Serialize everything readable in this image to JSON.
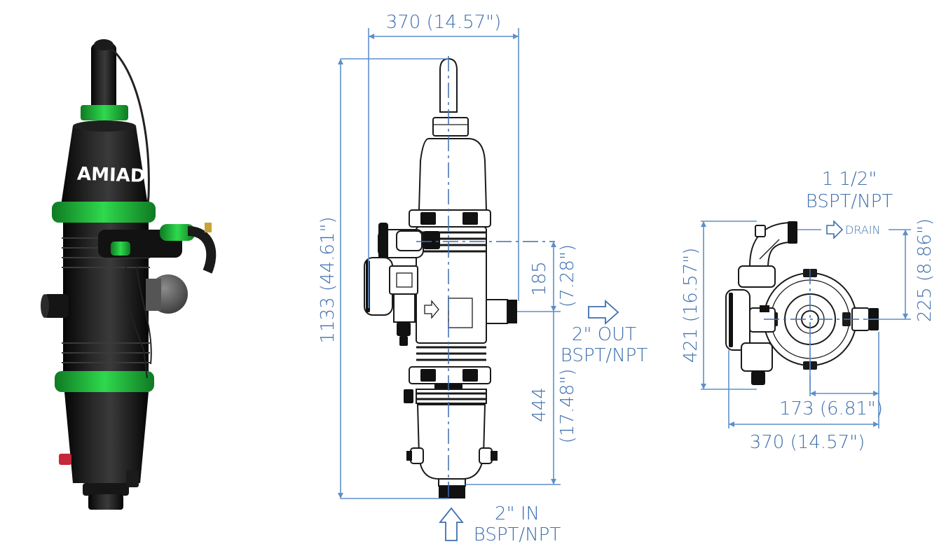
{
  "photo": {
    "brand_text": "AMIAD",
    "colors": {
      "body": "#161616",
      "clamp": "#1fbf3a",
      "solenoid": "#6f6f6f",
      "valve_red": "#c4283a"
    }
  },
  "front_view": {
    "width_label": "370 (14.57\")",
    "height_label": "1133 (44.61\")",
    "outlet_offset_label": "185",
    "outlet_offset_inch_label": "(7.28\")",
    "inlet_offset_label": "444",
    "inlet_offset_inch_label": "(17.48\")",
    "outlet": {
      "line1": "2\" OUT",
      "line2": "BSPT/NPT"
    },
    "inlet": {
      "line1": "2\" IN",
      "line2": "BSPT/NPT"
    }
  },
  "top_view": {
    "drain_size_line1": "1 1/2\"",
    "drain_size_line2": "BSPT/NPT",
    "drain_label": "DRAIN",
    "depth_label": "421 (16.57\")",
    "drain_offset_label": "225 (8.86\")",
    "outlet_offset_label": "173 (6.81\")",
    "width_label": "370 (14.57\")"
  },
  "colors": {
    "dimension": "#5e8fc9",
    "dimension_text": "#3f6fae",
    "drawing": "#1a1a1a"
  }
}
